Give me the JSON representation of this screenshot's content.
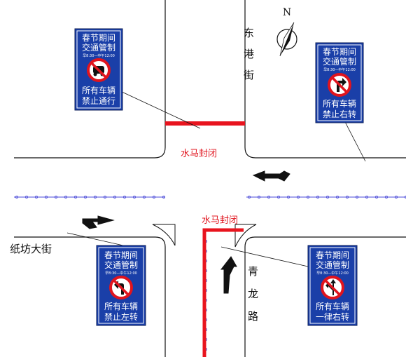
{
  "streets": {
    "top_right": [
      "东",
      "港",
      "街"
    ],
    "left": "纸坊大街",
    "bottom_right": [
      "青",
      "龙",
      "路"
    ]
  },
  "barriers": {
    "top": "水马封闭",
    "bottom": "水马封闭"
  },
  "north_label": "N",
  "signs": [
    {
      "line1": "春节期间",
      "line2": "交通管制",
      "time": "早8:30—中午12:00",
      "line3": "所有车辆",
      "line4": "禁止通行",
      "symbol": "no-vehicles-icon"
    },
    {
      "line1": "春节期间",
      "line2": "交通管制",
      "time": "早8:30—中午12:00",
      "line3": "所有车辆",
      "line4": "禁止右转",
      "symbol": "no-right-turn-icon"
    },
    {
      "line1": "春节期间",
      "line2": "交通管制",
      "time": "早8:30—中午12:00",
      "line3": "所有车辆",
      "line4": "禁止左转",
      "symbol": "no-left-turn-icon"
    },
    {
      "line1": "春节期间",
      "line2": "交通管制",
      "time": "早8:30—中午12:00",
      "line3": "所有车辆",
      "line4": "一律右转",
      "symbol": "no-straight-left-icon"
    }
  ],
  "colors": {
    "sign_blue": "#1a3fa8",
    "prohibition_red": "#e0141e",
    "barrier_red": "#e8141e",
    "lane_dots": "#4a4ad8"
  }
}
